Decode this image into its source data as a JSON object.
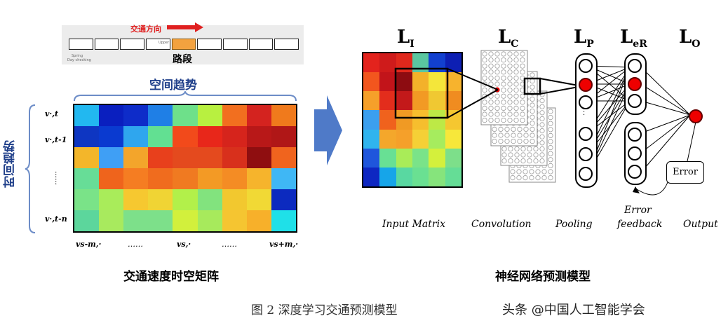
{
  "road": {
    "direction_label": "交通方向",
    "segment_label": "路段",
    "tiny_text_1": "Upper",
    "tiny_text_2": "Spring",
    "tiny_text_3": "Day checking"
  },
  "left": {
    "spatial_trend": "空间趋势",
    "temporal_trend": "时间趋势",
    "row_labels": [
      "v·,t",
      "v·,t-1",
      "……",
      "v·,t-n"
    ],
    "col_labels": [
      "vs-m,·",
      "……",
      "vs,·",
      "……",
      "vs+m,·"
    ],
    "caption": "交通速度时空矩阵",
    "heatmap_colors": [
      [
        "#22b8f0",
        "#0a1fbf",
        "#0e2cc9",
        "#1f7fe6",
        "#6ee08a",
        "#b8f040",
        "#f26f1f",
        "#d4231f",
        "#f07a1c"
      ],
      [
        "#0e36c2",
        "#0a3ad0",
        "#2fa6ee",
        "#62e092",
        "#f24a1b",
        "#e8271a",
        "#d6241c",
        "#b81818",
        "#b01717"
      ],
      [
        "#f3b62a",
        "#3f9ff5",
        "#f3a52b",
        "#e8401c",
        "#e44a1e",
        "#e44a1e",
        "#d8301c",
        "#8f0e10",
        "#f0641e"
      ],
      [
        "#67dd97",
        "#ef641c",
        "#f57d22",
        "#f06c1e",
        "#f07a21",
        "#f39a25",
        "#f48c24",
        "#f6b42c",
        "#3fb7f5"
      ],
      [
        "#7ae388",
        "#a9ec5a",
        "#f6c830",
        "#f0d434",
        "#b2f04a",
        "#82e37e",
        "#f2c82f",
        "#f1d935",
        "#0c2abf"
      ],
      [
        "#5cd69c",
        "#a8ea5e",
        "#7de08a",
        "#7de08a",
        "#d2f03c",
        "#a7ea5c",
        "#f5c531",
        "#f7b02a",
        "#1fe0e8"
      ]
    ]
  },
  "right": {
    "layers": [
      {
        "main": "L",
        "sub": "I"
      },
      {
        "main": "L",
        "sub": "C"
      },
      {
        "main": "L",
        "sub": "P"
      },
      {
        "main": "L",
        "sub": "eR"
      },
      {
        "main": "L",
        "sub": "O"
      }
    ],
    "labels": [
      "Input Matrix",
      "Convolution",
      "Pooling",
      "Error",
      "feedback",
      "Output"
    ],
    "error_box": "Error",
    "caption": "神经网络预测模型",
    "input_colors": [
      [
        "#e3231d",
        "#cf1b1b",
        "#e0281c",
        "#5ac7a0",
        "#1240cf",
        "#0d1fb3"
      ],
      [
        "#f2561e",
        "#c2141a",
        "#8d0c11",
        "#f3b12a",
        "#f4e63a",
        "#f7b32d"
      ],
      [
        "#f6a02a",
        "#e32d1c",
        "#c3191a",
        "#f29a24",
        "#f0c832",
        "#f08c20"
      ],
      [
        "#3b9fef",
        "#f0621d",
        "#f09a24",
        "#f6be2e",
        "#bde946",
        "#f5c730"
      ],
      [
        "#2fb4ee",
        "#f4a72b",
        "#f5a02a",
        "#f5d036",
        "#a6ec5e",
        "#f7e73a"
      ],
      [
        "#1f56dc",
        "#68e094",
        "#a9ec58",
        "#7ae389",
        "#d4f03c",
        "#7ddf8a"
      ],
      [
        "#0e27c2",
        "#16a5e9",
        "#59d8a1",
        "#6ae092",
        "#86e47c",
        "#65dd96"
      ]
    ]
  },
  "figure_caption": "图 2  深度学习交通预测模型",
  "watermark": "头条 @中国人工智能学会"
}
